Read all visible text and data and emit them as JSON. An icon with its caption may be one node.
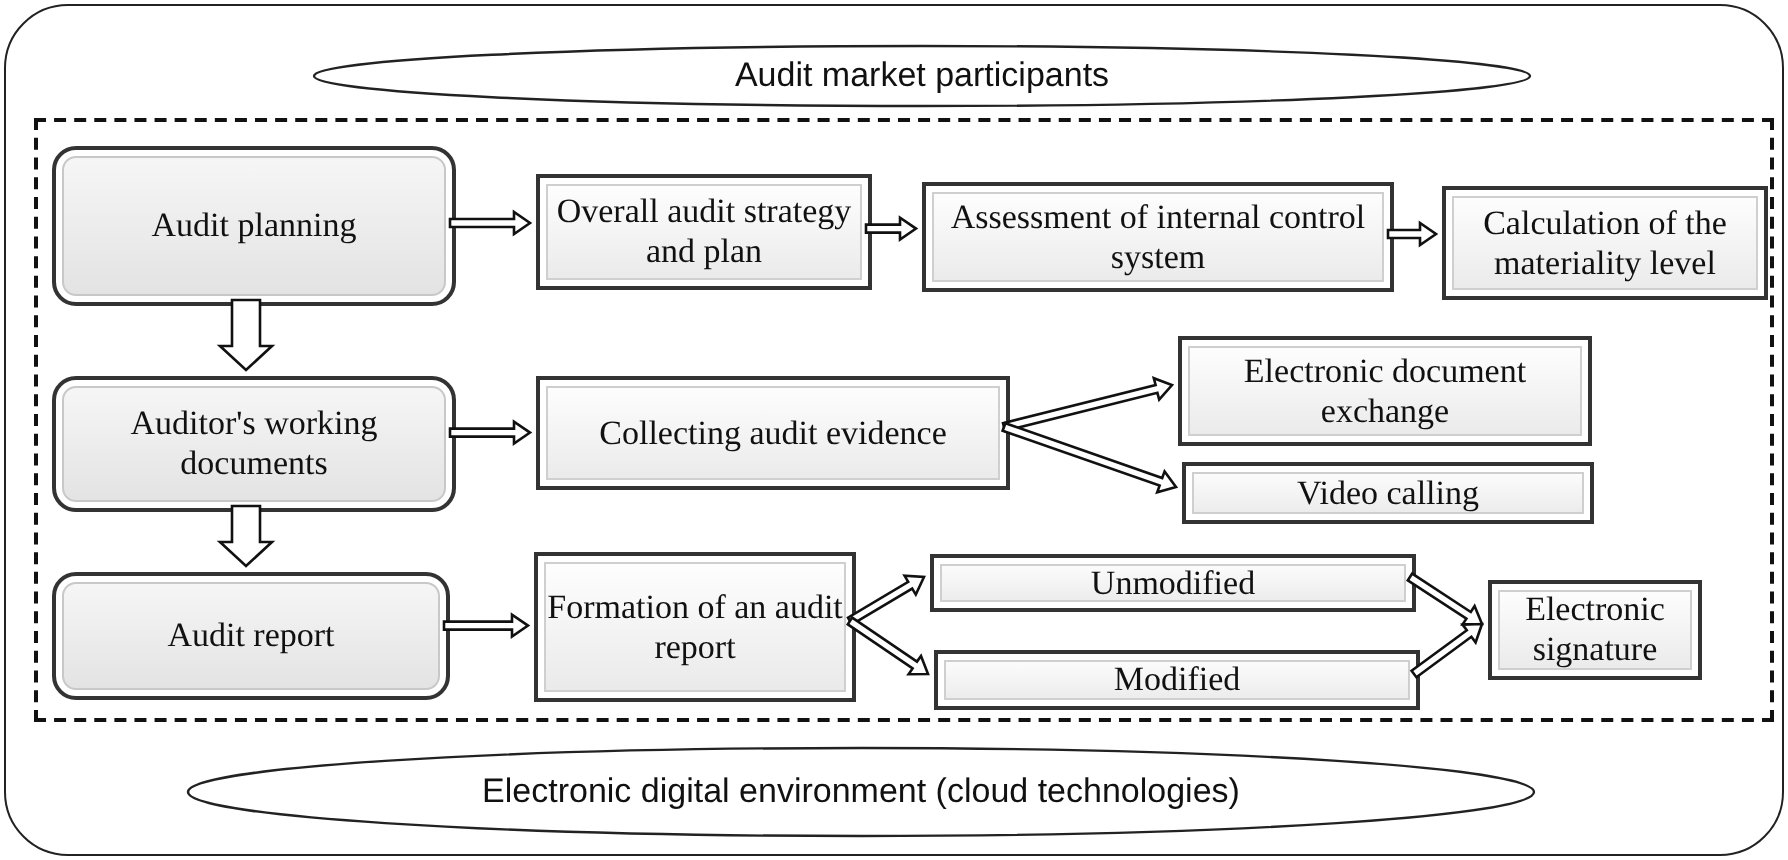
{
  "diagram": {
    "nodes": [
      {
        "text": [],
        "shape": "box"
      },
      {
        "text": [
          "Audit market participants"
        ],
        "in": 0
      },
      {
        "text": [],
        "shape": "box",
        "in": 0
      },
      {
        "text": [
          "Audit planning"
        ],
        "in": 2
      },
      {
        "text": [
          "Overall audit strategy and plan"
        ],
        "in": 2
      },
      {
        "text": [
          "Assessment of internal control system"
        ],
        "in": 2
      },
      {
        "text": [
          "Calculation of the materiality level"
        ],
        "in": 2
      },
      {
        "text": [
          "Auditor's working documents"
        ],
        "in": 2
      },
      {
        "text": [
          "Collecting audit evidence"
        ],
        "in": 2
      },
      {
        "text": [
          "Electronic document exchange"
        ],
        "in": 2
      },
      {
        "text": [
          "Video calling"
        ],
        "in": 2
      },
      {
        "text": [
          "Audit report"
        ],
        "in": 2
      },
      {
        "text": [
          "Formation of an audit report"
        ],
        "in": 2
      },
      {
        "text": [
          "Unmodified"
        ],
        "in": 2
      },
      {
        "text": [
          "Modified"
        ],
        "in": 2
      },
      {
        "text": [
          "Electronic signature"
        ],
        "in": 2
      },
      {
        "text": [
          "Electronic digital environment (cloud technologies)"
        ],
        "in": 0
      }
    ],
    "edges": [
      {
        "from": 3,
        "to": 4,
        "arrow": "to"
      },
      {
        "from": 4,
        "to": 5,
        "arrow": "to"
      },
      {
        "from": 5,
        "to": 6,
        "arrow": "to"
      },
      {
        "from": 3,
        "to": 7,
        "arrow": "to",
        "style": "thick"
      },
      {
        "from": 7,
        "to": 8,
        "arrow": "to"
      },
      {
        "from": 8,
        "to": 9,
        "arrow": "to"
      },
      {
        "from": 8,
        "to": 10,
        "arrow": "to"
      },
      {
        "from": 7,
        "to": 11,
        "arrow": "to",
        "style": "thick"
      },
      {
        "from": 11,
        "to": 12,
        "arrow": "to"
      },
      {
        "from": 12,
        "to": 13,
        "arrow": "to"
      },
      {
        "from": 12,
        "to": 14,
        "arrow": "to"
      },
      {
        "from": 13,
        "to": 15,
        "arrow": "to"
      },
      {
        "from": 14,
        "to": 15,
        "arrow": "to"
      }
    ]
  }
}
